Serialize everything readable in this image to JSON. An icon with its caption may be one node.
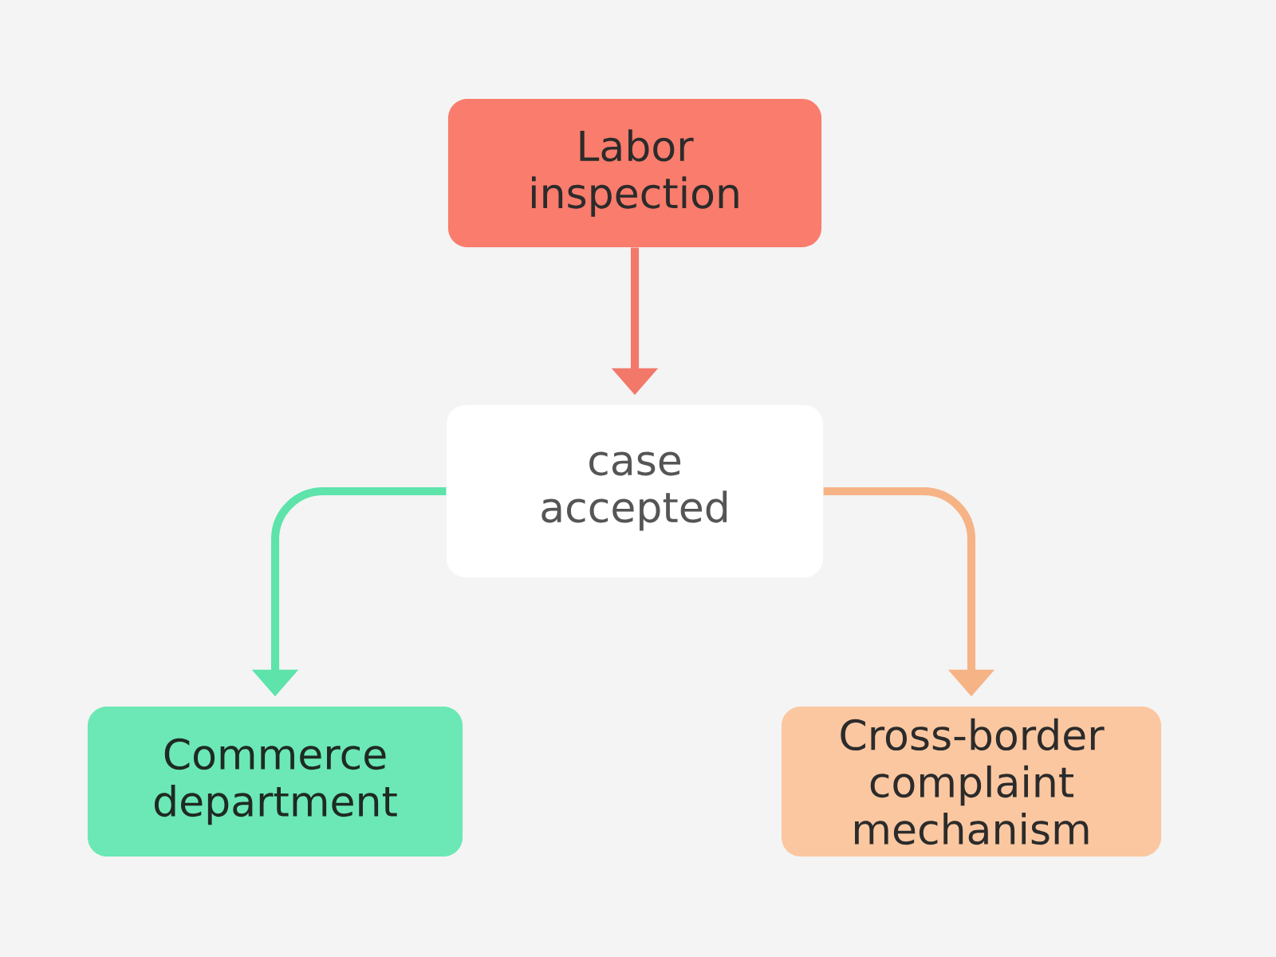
{
  "diagram": {
    "nodes": [
      {
        "text": [
          "Labor inspection"
        ]
      },
      {
        "text": [
          "case accepted"
        ]
      },
      {
        "text": [
          "Commerce department"
        ]
      },
      {
        "text": [
          "Cross-border complaint mechanism"
        ]
      }
    ],
    "edges": [
      {
        "from": 0,
        "to": 1,
        "arrow": "to",
        "color": "#f2786a"
      },
      {
        "from": 1,
        "to": 2,
        "arrow": "to",
        "color": "#5ee3aa"
      },
      {
        "from": 1,
        "to": 3,
        "arrow": "to",
        "color": "#f6b386"
      }
    ]
  }
}
